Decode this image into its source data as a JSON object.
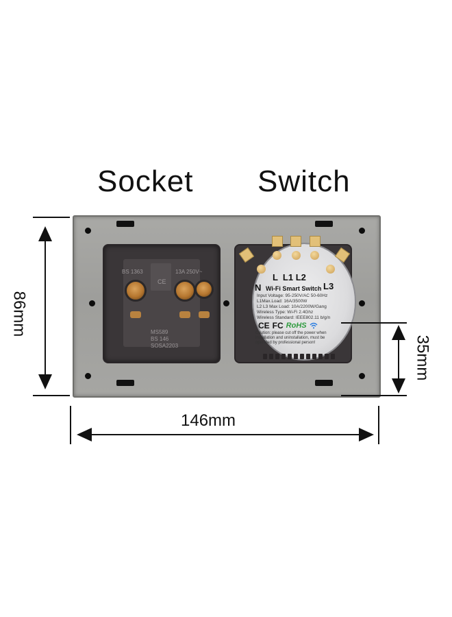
{
  "headings": {
    "socket": "Socket",
    "switch": "Switch"
  },
  "dimensions": {
    "height": "86mm",
    "width": "146mm",
    "depth": "35mm"
  },
  "socket_mold": {
    "standard_top": "BS 1363",
    "rating": "13A 250V~",
    "ce": "CE",
    "bottom_lines": [
      "MS589",
      "BS 146",
      "SOSA2203"
    ]
  },
  "switch_label": {
    "terminals_top": "L  L1 L2",
    "terminal_n": "N",
    "terminal_l3": "L3",
    "title": "Wi-Fi Smart Switch",
    "specs": [
      "Input Voltage: 95-250V/AC 50-60Hz",
      "L1Max.Load: 16A/3500W",
      "L2 L3 Max Load: 10A/2200W/Gang",
      "Wireless Type: Wi-Fi 2.4Ghz",
      "Wireless Standard: IEEE802.11 b/g/n"
    ],
    "cert_ce": "CE",
    "cert_fc": "FC",
    "cert_rohs": "RoHS",
    "caution": [
      "Caution: please cut off the power when",
      "installation and uninstallation, must be",
      "operated by professional person!"
    ]
  },
  "icons": [
    "wifi-icon",
    "arrow-icon"
  ],
  "colors": {
    "plate": "#a6a6a3",
    "module": "#3a3638",
    "brass": "#d8b06a",
    "rohs": "#2e9b3e"
  }
}
